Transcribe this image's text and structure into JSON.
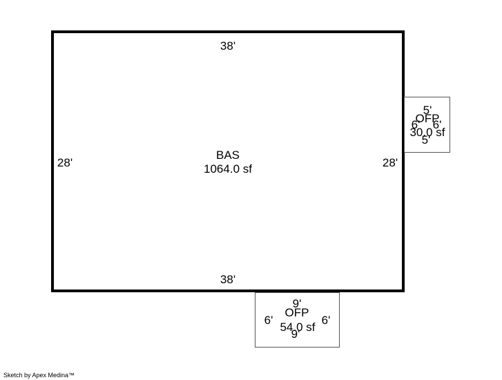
{
  "main_area": {
    "code": "BAS",
    "area": "1064.0 sf",
    "top_dim": "38'",
    "bottom_dim": "38'",
    "left_dim": "28'",
    "right_dim": "28'"
  },
  "porch_right": {
    "code": "OFP",
    "area": "30.0 sf",
    "top_dim": "5'",
    "bottom_dim": "5'",
    "left_dim": "6'",
    "right_dim": "6'"
  },
  "porch_bottom": {
    "code": "OFP",
    "area": "54.0 sf",
    "top_dim": "9'",
    "bottom_dim": "9'",
    "left_dim": "6'",
    "right_dim": "6'"
  },
  "footer": {
    "credit": "Sketch by Apex Medina™"
  }
}
